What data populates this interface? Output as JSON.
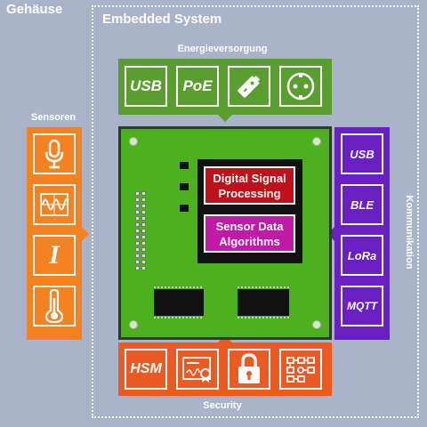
{
  "outer": {
    "title": "Gehäuse"
  },
  "embedded": {
    "title": "Embedded System"
  },
  "power": {
    "label": "Energieversorgung",
    "items": [
      {
        "label": "USB",
        "icon": "usb-text"
      },
      {
        "label": "PoE",
        "icon": "poe-text"
      },
      {
        "label": "",
        "icon": "battery-icon"
      },
      {
        "label": "",
        "icon": "power-socket-icon"
      }
    ]
  },
  "sensors": {
    "label": "Sensoren",
    "items": [
      {
        "icon": "microphone-icon"
      },
      {
        "icon": "oscilloscope-icon"
      },
      {
        "icon": "current-i-icon",
        "label": "I"
      },
      {
        "icon": "thermometer-icon"
      }
    ]
  },
  "communication": {
    "label": "Kommunikation",
    "items": [
      {
        "label": "USB"
      },
      {
        "label": "BLE"
      },
      {
        "label": "LoRa"
      },
      {
        "label": "MQTT"
      }
    ]
  },
  "security": {
    "label": "Security",
    "items": [
      {
        "label": "HSM",
        "icon": "hsm-text"
      },
      {
        "icon": "certificate-icon"
      },
      {
        "icon": "lock-icon"
      },
      {
        "icon": "network-key-icon"
      }
    ]
  },
  "board": {
    "dsp": "Digital Signal Processing",
    "algorithms": "Sensor Data Algorithms"
  },
  "colors": {
    "background": "#a9b3c9",
    "green": "#5a9e2f",
    "orange": "#f58220",
    "purple": "#6a1fc2",
    "red": "#ec5a23",
    "pcb": "#4db01e",
    "dsp": "#c0101a",
    "algorithms": "#c21aa8"
  }
}
